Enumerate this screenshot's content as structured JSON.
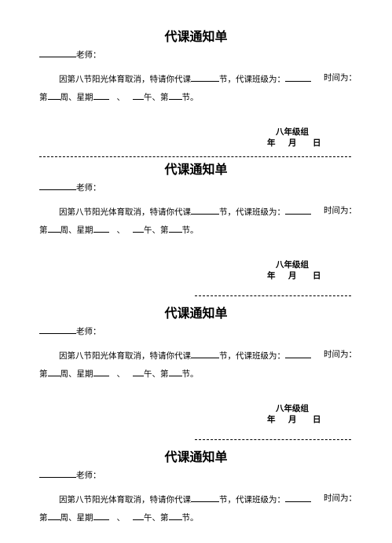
{
  "notices": [
    {
      "title": "代课通知单",
      "teacher_label": "老师：",
      "line1_text": "因第八节阳光体育取消，特请你代课",
      "line1_mid": "节，代课班级为：",
      "line1_time": "时间为：",
      "line2_start": "第",
      "line2_week": "周、星期",
      "line2_sep": "、",
      "line2_ampm": "午、第",
      "line2_end": "节。",
      "group": "八年级组",
      "date_year": "年",
      "date_month": "月",
      "date_day": "日"
    },
    {
      "title": "代课通知单",
      "teacher_label": "老师：",
      "line1_text": "因第八节阳光体育取消，特请你代课",
      "line1_mid": "节，代课班级为：",
      "line1_time": "时间为：",
      "line2_start": "第",
      "line2_week": "周、星期",
      "line2_sep": "、",
      "line2_ampm": "午、第",
      "line2_end": "节。",
      "group": "八年级组",
      "date_year": "年",
      "date_month": "月",
      "date_day": "日"
    },
    {
      "title": "代课通知单",
      "teacher_label": "老师：",
      "line1_text": "因第八节阳光体育取消，特请你代课",
      "line1_mid": "节，代课班级为：",
      "line1_time": "时间为：",
      "line2_start": "第",
      "line2_week": "周、星期",
      "line2_sep": "、",
      "line2_ampm": "午、第",
      "line2_end": "节。",
      "group": "八年级组",
      "date_year": "年",
      "date_month": "月",
      "date_day": "日"
    },
    {
      "title": "代课通知单",
      "teacher_label": "老师：",
      "line1_text": "因第八节阳光体育取消，特请你代课",
      "line1_mid": "节，代课班级为：",
      "line1_time": "时间为：",
      "line2_start": "第",
      "line2_week": "周、星期",
      "line2_sep": "、",
      "line2_ampm": "午、第",
      "line2_end": "节。"
    }
  ]
}
